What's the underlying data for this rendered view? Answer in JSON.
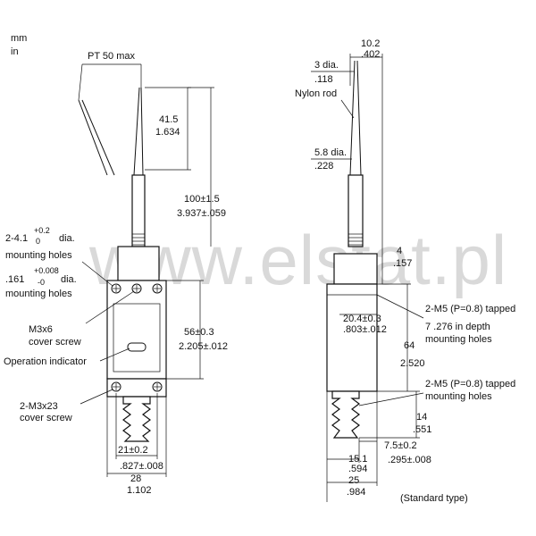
{
  "units": {
    "primary": "mm",
    "secondary": "in"
  },
  "watermark": "www.elstat.pl",
  "front": {
    "pt": "PT 50 max",
    "rod_top": {
      "mm": "41.5",
      "in": "1.634"
    },
    "rod_total": {
      "mm": "100±1.5",
      "in": "3.937±.059"
    },
    "hole_dia": {
      "prefix": "2-4.1",
      "tol_hi": "+0.2",
      "tol_lo": "0",
      "suffix": "dia.",
      "line2": "mounting holes"
    },
    "hole_dia_in": {
      "prefix": ".161",
      "tol_hi": "+0.008",
      "tol_lo": "-0",
      "suffix": "dia.",
      "line2": "mounting holes"
    },
    "cover_screw": {
      "line1": "M3x6",
      "line2": "cover screw"
    },
    "operation_indicator": "Operation indicator",
    "cover_screw_2": {
      "line1": "2-M3x23",
      "line2": "cover screw"
    },
    "height": {
      "mm": "56±0.3",
      "in": "2.205±.012"
    },
    "width_inner": {
      "mm": "21±0.2",
      "in": ".827±.008"
    },
    "width_outer": {
      "mm": "28",
      "in": "1.102"
    }
  },
  "side": {
    "rod_tip": {
      "mm": "10.2",
      "in": ".402"
    },
    "rod_tip_dia": {
      "mm": "3 dia.",
      "in": ".118"
    },
    "nylon_rod": "Nylon rod",
    "rod_base_dia": {
      "mm": "5.8 dia.",
      "in": ".228"
    },
    "head_offset": {
      "mm": "4",
      "in": ".157"
    },
    "center": {
      "mm": "20.4±0.3",
      "in": ".803±.012"
    },
    "tapped_top": {
      "line1": "2-M5 (P=0.8) tapped",
      "line2": "7 .276 in depth",
      "line3": "mounting holes"
    },
    "height": {
      "mm": "64",
      "in": "2.520"
    },
    "tapped_bottom": {
      "line1": "2-M5 (P=0.8) tapped",
      "line2": "mounting holes"
    },
    "boot": {
      "mm": "14",
      "in": ".551"
    },
    "hole_offset": {
      "mm": "7.5±0.2",
      "in": ".295±.008"
    },
    "depth_inner": {
      "mm": "15.1",
      "in": ".594"
    },
    "depth_outer": {
      "mm": "25",
      "in": ".984"
    },
    "type": "(Standard type)"
  }
}
